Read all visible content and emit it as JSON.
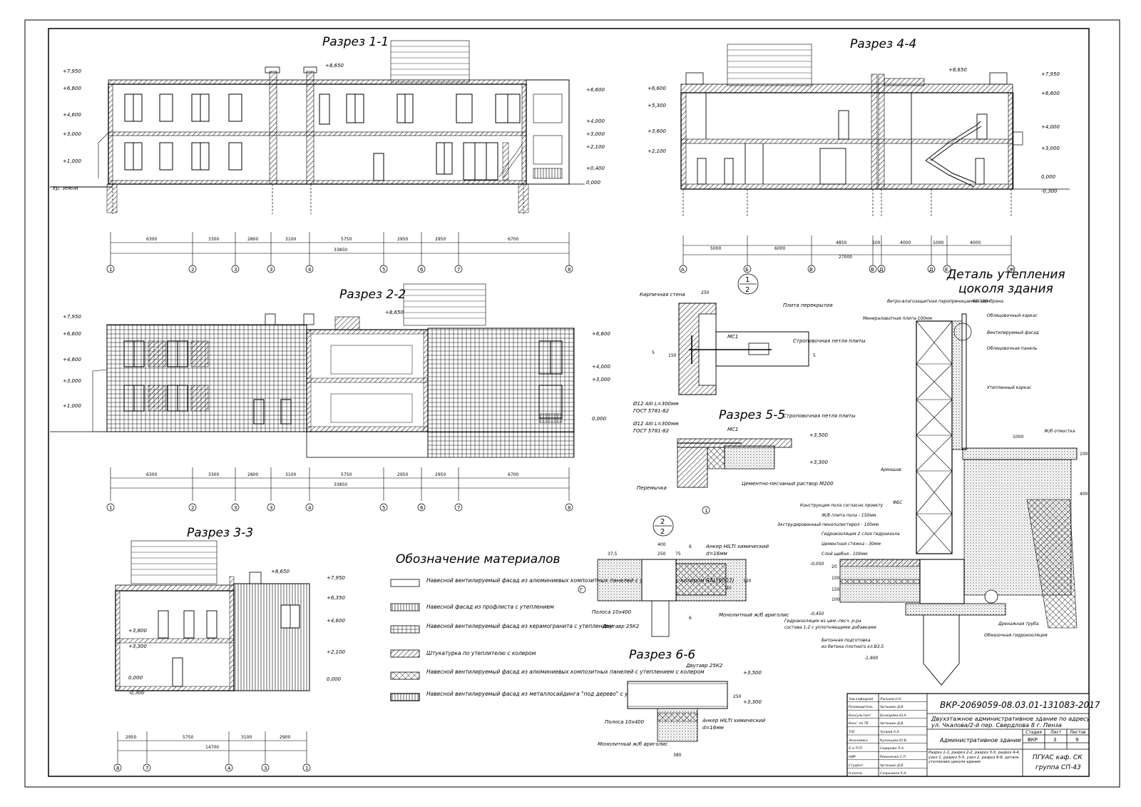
{
  "drawing": {
    "section_1_1": {
      "title": "Разрез 1-1",
      "levels_left": [
        "+7,950",
        "+6,600",
        "+4,600",
        "+3,000",
        "+1,000",
        "Ур. земли"
      ],
      "levels_right": [
        "+6,600",
        "+4,000",
        "+3,000",
        "+2,100",
        "+0,400",
        "0,000"
      ],
      "top_mark": "+8,650",
      "dims": [
        "6300",
        "3300",
        "2800",
        "3100",
        "5750",
        "2950",
        "2950",
        "6700"
      ],
      "total": "33850",
      "axes": [
        "1",
        "2",
        "3",
        "3",
        "4",
        "5",
        "6",
        "7",
        "8"
      ]
    },
    "section_2_2": {
      "title": "Разрез 2-2",
      "levels_left": [
        "+7,950",
        "+6,600",
        "+4,600",
        "+3,000",
        "+1,000"
      ],
      "levels_right": [
        "+6,600",
        "+4,000",
        "+3,000",
        "0,000"
      ],
      "top_mark": "+8,650",
      "dims": [
        "6300",
        "3300",
        "2800",
        "3100",
        "5750",
        "2950",
        "2950",
        "6700"
      ],
      "total": "33850",
      "axes": [
        "1",
        "2",
        "3",
        "3",
        "4",
        "5",
        "6",
        "7",
        "8"
      ]
    },
    "section_3_3": {
      "title": "Разрез 3-3",
      "levels_left": [
        "+3,800",
        "+3,300",
        "0,000",
        "-0,300"
      ],
      "levels_right": [
        "+7,950",
        "+6,350",
        "+4,600",
        "+2,100",
        "0,000"
      ],
      "top_mark": "+8,650",
      "dims": [
        "2950",
        "5750",
        "3100",
        "2900"
      ],
      "total": "14700",
      "axes": [
        "8",
        "7",
        "4",
        "3",
        "1"
      ]
    },
    "section_4_4": {
      "title": "Разрез 4-4",
      "levels_left": [
        "+6,600",
        "+5,300",
        "+3,600",
        "+2,100"
      ],
      "levels_right": [
        "+7,950",
        "+6,600",
        "+4,000",
        "+3,000",
        "0,000",
        "-0,300"
      ],
      "top_mark": "+8,650",
      "dims": [
        "5000",
        "6000",
        "4850",
        "500",
        "4000",
        "1000",
        "4000"
      ],
      "total": "27000",
      "axes": [
        "А",
        "Б",
        "В",
        "В",
        "Г",
        "Д",
        "Е",
        "Ж"
      ]
    },
    "node_1": {
      "num": "1",
      "den": "2",
      "labels": [
        "Кирпичная стена",
        "Плита перекрытия",
        "Строповочная петля плиты",
        "МС1",
        "Ø12 AIII L=300мм",
        "ГОСТ 5781-82"
      ],
      "dims": [
        "250",
        "150",
        "5",
        "5"
      ]
    },
    "section_5_5": {
      "title": "Разрез 5-5",
      "labels": [
        "Ø12 AIII L=300мм",
        "ГОСТ 5781-82",
        "МС1",
        "Строповочная петля плиты",
        "Перемычка",
        "Цементно-песчаный раствор М200"
      ],
      "levels": [
        "+3,500",
        "+3,300"
      ],
      "axis": "1"
    },
    "node_2": {
      "num": "2",
      "den": "2",
      "labels": [
        "Анкер HILTI химический",
        "d=16мм",
        "Полоса 10х400",
        "Двутавр 25К2",
        "Монолитный ж/б ариголис"
      ],
      "dims": [
        "400",
        "37,5",
        "250",
        "75",
        "6",
        "6",
        "320",
        "20"
      ],
      "axis": "Г"
    },
    "section_6_6": {
      "title": "Разрез 6-6",
      "labels": [
        "Двутавр 25К2",
        "Полоса 10х400",
        "Анкер HILTI химический",
        "d=16мм",
        "Монолитный ж/б ариголис"
      ],
      "levels": [
        "+3,500",
        "+3,300"
      ],
      "dims": [
        "250",
        "380"
      ]
    },
    "detail": {
      "title_1": "Деталь утепления",
      "title_2": "цоколя здания",
      "labels": [
        "Ветро-влагозащитная пароприницаемая мембрана",
        "Минераловатная плита-100мм",
        "Облицовочный каркас",
        "Вентилируемый фасад",
        "Облицовочная панель",
        "Утепленный каркас",
        "Ж/б отмостка",
        "Армошов",
        "ФБС",
        "Конструкция пола согласно проекту",
        "Ж/б плита пола - 150мм",
        "Экструдированный пенополистирол - 100мм",
        "Гидроизоляция 2 слоя гидроизола",
        "Цементная стяжка - 30мм",
        "Слой щебня - 100мм",
        "Дренажная труба",
        "Обмазочная гидроизоляция",
        "Гидроизоляция из цем.-песч. р-ра",
        "состава 1:2 с уплотняющими добавками",
        "Бетонная подготовка",
        "из бетона плотного кл.В3,5"
      ],
      "levels": [
        "-0,050",
        "-0,450",
        "-1,900"
      ],
      "dims": [
        "60-120",
        "1000",
        "100",
        "400",
        "20",
        "100",
        "150",
        "100"
      ]
    },
    "legend": {
      "title": "Обозначение материалов",
      "items": [
        "Навесной вентилируемый фасад из алюминиевых композитных панелей с утеплением с колером RAL(9003)",
        "Навесной фасад из профлиста с утеплением",
        "Навесной вентилируемый фасад из керамогранита с утеплением",
        "Штукатурка по утеплителю с колером",
        "Навесной вентилируемый фасад из алюминиевых композитных панелей с утеплением с колером",
        "Навесной вентилируемый фасад из металлосайдинга \"под дерево\" с утеплением"
      ]
    },
    "stamp": {
      "code": "ВКР-2069059-08.03.01-131083-2017",
      "project_1": "Двухэтажное административное здание по адресу",
      "project_2": "ул. Чкалова/2-й пер. Свердлова 8 г. Пенза",
      "building": "Административное здание",
      "sheet_title": "Разрез 1-1, разрез 2-2, разрез 3-3, разрез 4-4, узел 1, разрез 5-5, узел 2, разрез 6-6, деталь утепления цоколя здания",
      "col_stage": "Стадия",
      "col_sheet": "Лист",
      "col_sheets": "Листов",
      "stage": "ВКР",
      "sheet": "3",
      "sheets": "9",
      "org_1": "ПГУАС каф. СК",
      "org_2": "группа СП-43",
      "roles": [
        "Зав.кафедрой",
        "Руководитель",
        "Консультант",
        "Конс. по ТБ",
        "ТЭС",
        "Экономика",
        "О и ТСП",
        "НИР",
        "Студент",
        "Н.контр"
      ],
      "names": [
        "Ласьков Н.Н.",
        "Артюшин Д.В.",
        "Бочкарёва Ю.А.",
        "Артюшин Д.В.",
        "Чупров А.А.",
        "Кузнецова Ю.В.",
        "Сидорова Л.А.",
        "Романенко С.П.",
        "Артюшин Д.В.",
        "Сапрыкина А.А."
      ]
    }
  }
}
